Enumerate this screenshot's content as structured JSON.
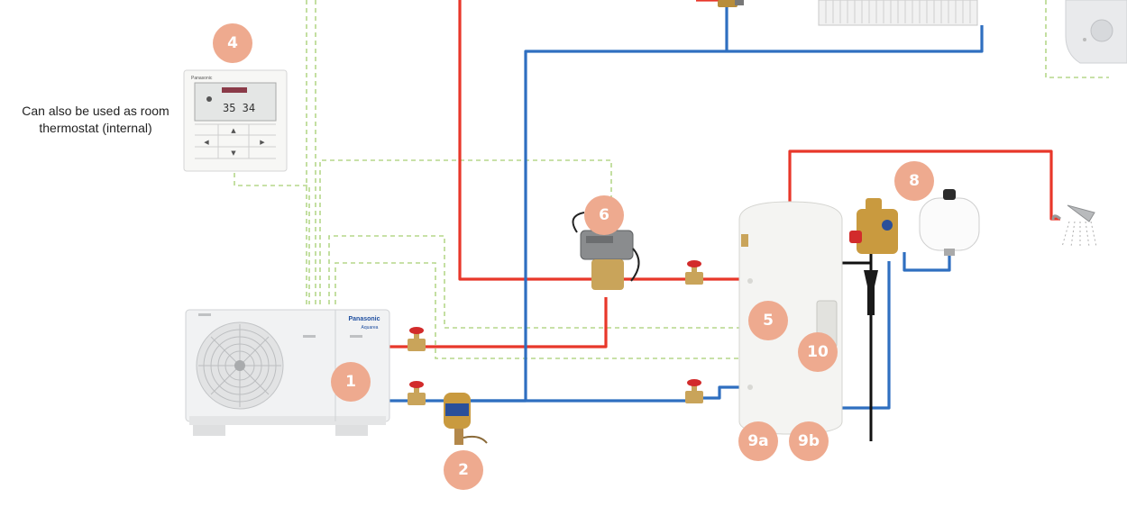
{
  "caption": "Can also be used as room thermostat (internal)",
  "controller": {
    "brand": "Panasonic",
    "display_value": "35 34"
  },
  "heat_pump": {
    "brand": "Panasonic",
    "sub_brand": "Aquarea"
  },
  "callouts": {
    "c1": "1",
    "c2": "2",
    "c4": "4",
    "c5": "5",
    "c6": "6",
    "c8": "8",
    "c9a": "9a",
    "c9b": "9b",
    "c10": "10"
  },
  "colors": {
    "hot_pipe": "#e8372a",
    "cold_pipe": "#2f6fc0",
    "control_wire": "#b5d78a",
    "callout": "#eeaa8f"
  },
  "icons": [
    "heat-pump-unit",
    "remote-controller",
    "three-port-valve",
    "magnetic-filter",
    "hot-water-cylinder",
    "expansion-vessel",
    "safety-valve-group",
    "shower-head",
    "radiator",
    "room-thermostat",
    "isolation-valve"
  ]
}
